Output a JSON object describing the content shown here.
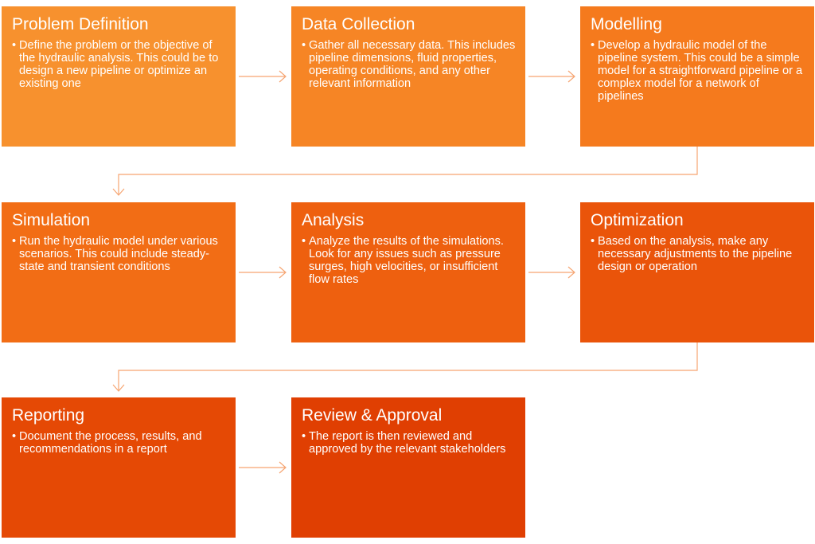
{
  "steps": [
    {
      "title": "Problem Definition",
      "text": "Define the problem or the objective of the hydraulic analysis. This could be to design a new pipeline or optimize an existing one",
      "color": "#F7912E"
    },
    {
      "title": "Data Collection",
      "text": "Gather all necessary data. This includes pipeline dimensions, fluid properties, operating conditions, and any other relevant information",
      "color": "#F68525"
    },
    {
      "title": "Modelling",
      "text": "Develop a hydraulic model of the pipeline system. This could be a simple model for a straightforward pipeline or a complex model for a network of pipelines",
      "color": "#F57A1D"
    },
    {
      "title": "Simulation",
      "text": "Run the hydraulic model under various scenarios. This could include steady-state and transient conditions",
      "color": "#F26D15"
    },
    {
      "title": "Analysis",
      "text": "Analyze the results of the simulations. Look for any issues such as pressure surges, high velocities, or insufficient flow rates",
      "color": "#EE600F"
    },
    {
      "title": "Optimization",
      "text": "Based on the analysis, make any necessary adjustments to the pipeline design or operation",
      "color": "#EA540A"
    },
    {
      "title": "Reporting",
      "text": "Document the process, results, and recommendations in a report",
      "color": "#E54905"
    },
    {
      "title": "Review & Approval",
      "text": "The report is then reviewed and approved by the relevant stakeholders",
      "color": "#E03F02"
    }
  ],
  "bullet": "•",
  "connector_color": "#F6A572"
}
